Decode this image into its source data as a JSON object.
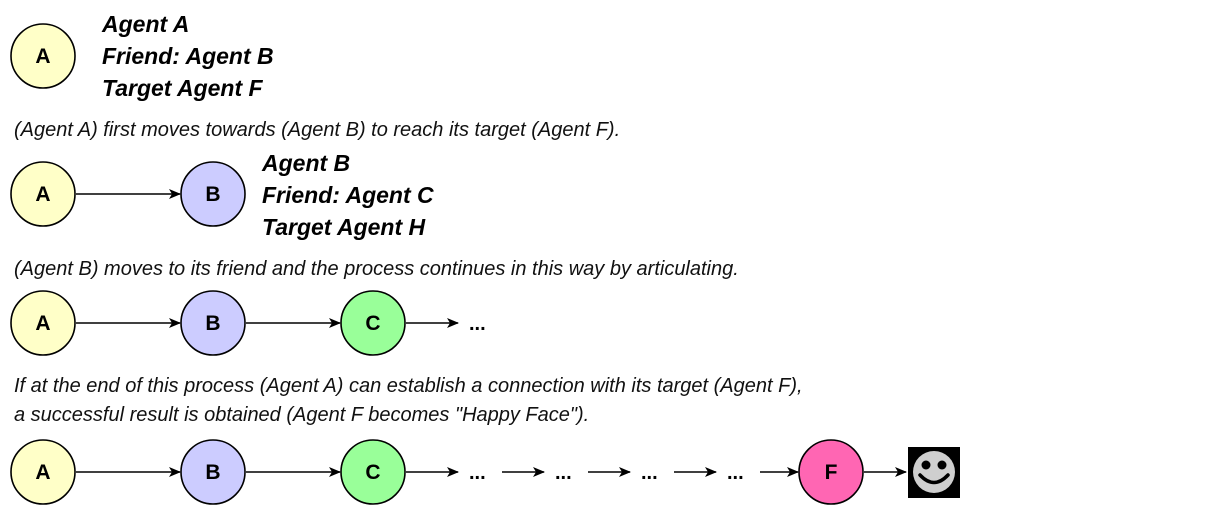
{
  "colors": {
    "A": "#ffffc8",
    "B": "#ccccff",
    "C": "#99ff99",
    "F": "#ff66b3",
    "edge": "#000000",
    "face_bg": "#000000",
    "face": "#cfcfcf"
  },
  "stage1": {
    "node": "A",
    "info": [
      "Agent A",
      "Friend: Agent B",
      "Target Agent F"
    ]
  },
  "caption1": "(Agent A) first moves towards (Agent B) to reach its target (Agent F).",
  "stage2": {
    "nodes": [
      "A",
      "B"
    ],
    "info": [
      "Agent B",
      "Friend: Agent C",
      "Target Agent H"
    ]
  },
  "caption2": "(Agent B) moves to its friend and the process continues in this way by articulating.",
  "stage3": {
    "nodes": [
      "A",
      "B",
      "C"
    ],
    "ellipsis": "..."
  },
  "caption3": [
    "If at the end of this process (Agent A) can establish a connection with its target (Agent F),",
    "a successful result is obtained (Agent F becomes \"Happy Face\")."
  ],
  "stage4": {
    "nodes": [
      "A",
      "B",
      "C",
      "F"
    ],
    "ellipses": [
      "...",
      "...",
      "...",
      "..."
    ],
    "end_icon": "happy-face-icon"
  }
}
